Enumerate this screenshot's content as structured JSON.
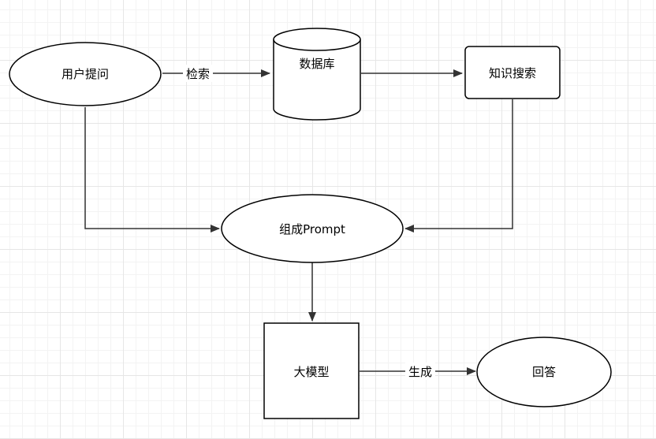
{
  "nodes": {
    "user_question": "用户提问",
    "database": "数据库",
    "knowledge_search": "知识搜索",
    "compose_prompt": "组成Prompt",
    "large_model": "大模型",
    "answer": "回答"
  },
  "edges": {
    "retrieve": "检索",
    "generate": "生成"
  },
  "colors": {
    "stroke": "#000000",
    "edge": "#333333",
    "fill": "#ffffff"
  }
}
